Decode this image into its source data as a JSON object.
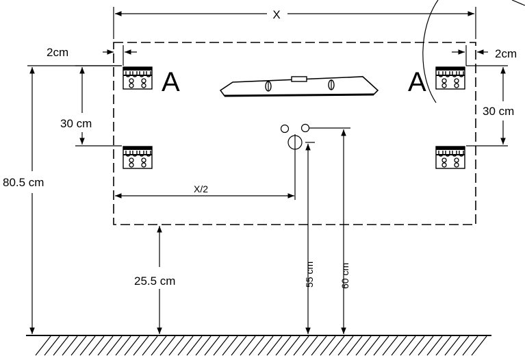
{
  "labels": {
    "width": "X",
    "half_width": "X/2",
    "margin_left": "2cm",
    "margin_right": "2cm",
    "spacing_left": "30 cm",
    "spacing_right": "30 cm",
    "height_top": "80.5 cm",
    "height_bottom": "25.5 cm",
    "height_55": "55 cm",
    "height_60": "60 cm",
    "bracket_left": "A",
    "bracket_right": "A"
  },
  "icons": {
    "level": "spirit-level-icon",
    "bracket": "wall-bracket-icon"
  }
}
